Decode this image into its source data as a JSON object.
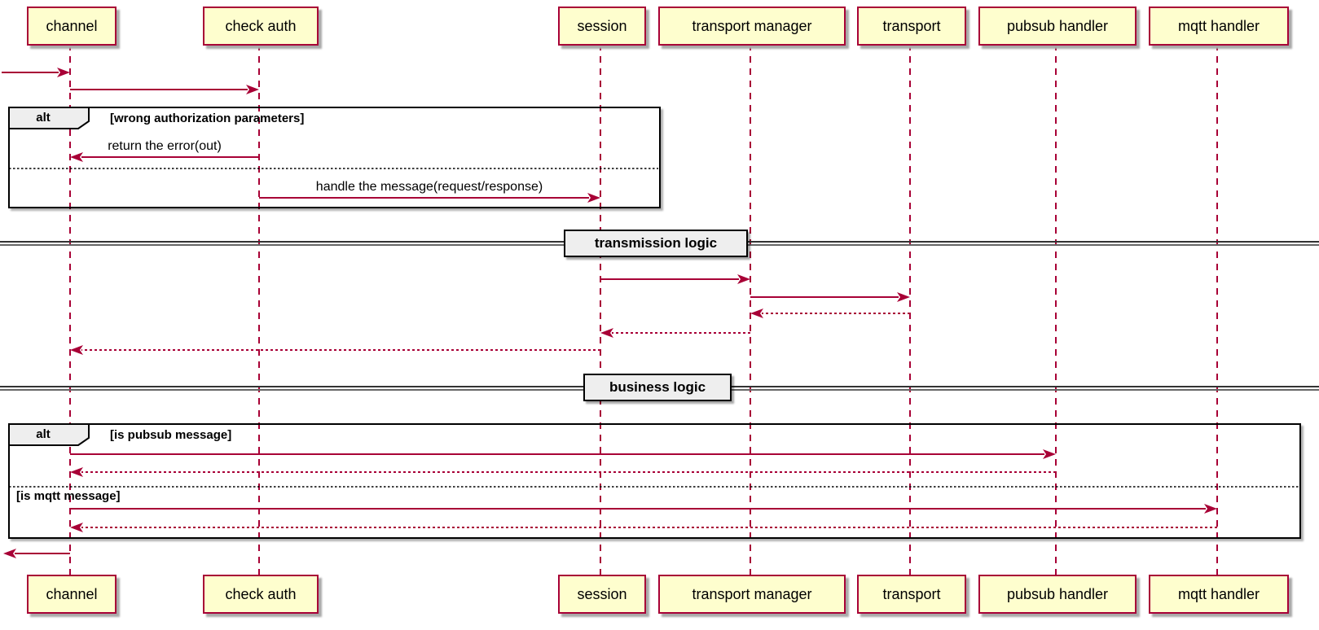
{
  "participants": [
    "channel",
    "check auth",
    "session",
    "transport manager",
    "transport",
    "pubsub handler",
    "mqtt handler"
  ],
  "fragments": {
    "alt1": {
      "keyword": "alt",
      "condition": "[wrong authorization parameters]"
    },
    "alt2": {
      "keyword": "alt",
      "condition_pubsub": "[is pubsub message]",
      "condition_mqtt": "[is mqtt message]"
    }
  },
  "messages": {
    "return_error": "return the error(out)",
    "handle_message": "handle the message(request/response)"
  },
  "dividers": {
    "first": "transmission logic",
    "second": "business logic"
  },
  "colors": {
    "arrow_and_lifeline": "#A80036",
    "participant_fill": "#FEFECE",
    "participant_border": "#A80036",
    "frame_border": "#000000",
    "fragment_label_fill": "#EEEEEE",
    "divider_fill": "#EEEEEE"
  }
}
